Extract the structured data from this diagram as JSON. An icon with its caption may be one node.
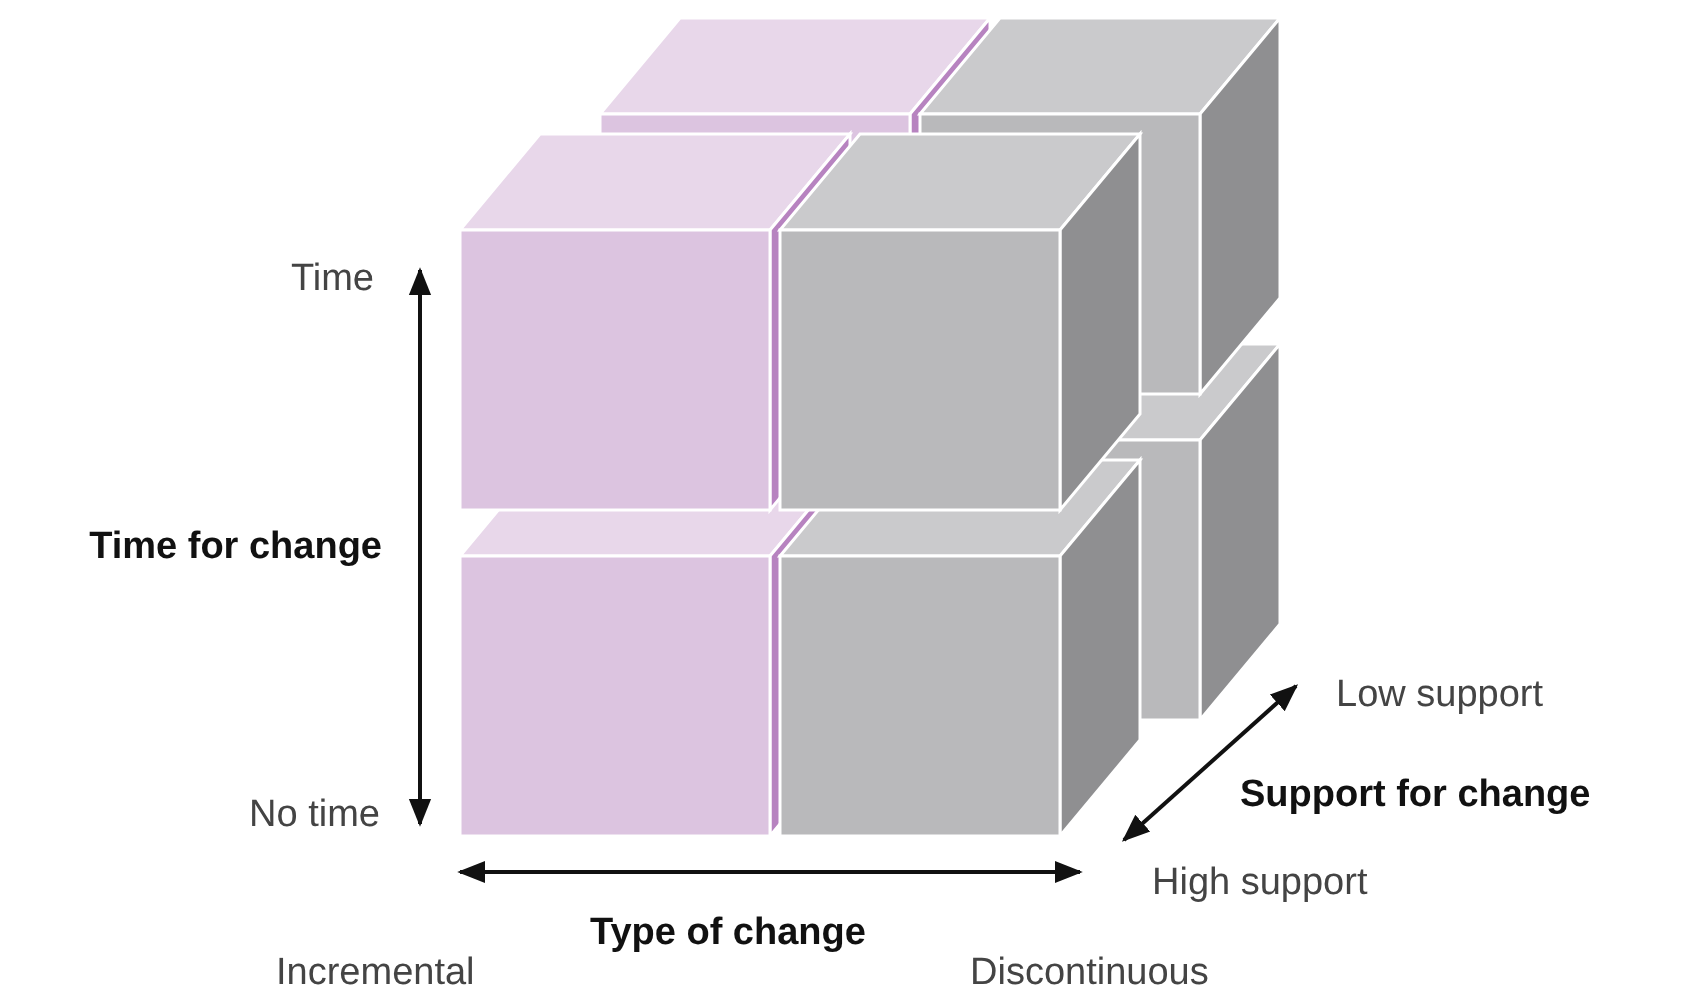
{
  "diagram": {
    "labels": [
      "Time",
      "Time for change",
      "Low support",
      "Support for change",
      "No time",
      "High support",
      "Type of change",
      "Incremental",
      "Discontinuous"
    ]
  }
}
